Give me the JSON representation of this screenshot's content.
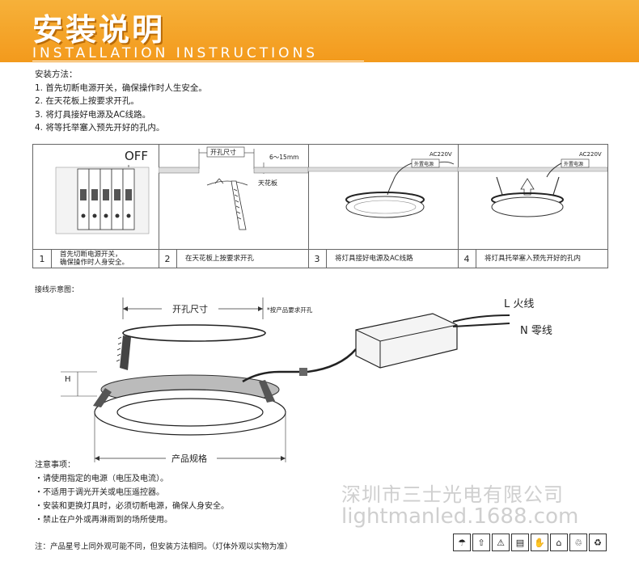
{
  "header": {
    "title": "安装说明",
    "subtitle": "INSTALLATION INSTRUCTIONS"
  },
  "method": {
    "heading": "安装方法：",
    "steps": [
      "1. 首先切断电源开关，确保操作时人生安全。",
      "2. 在天花板上按要求开孔。",
      "3. 将灯具接好电源及AC线路。",
      "4. 将等托举塞入预先开好的孔内。"
    ]
  },
  "panels": [
    {
      "num": "1",
      "caption_line1": "首先切断电源开关，",
      "caption_line2": "确保操作时人身安全。",
      "label_off": "OFF"
    },
    {
      "num": "2",
      "caption_line1": "在天花板上按要求开孔",
      "label_hole": "开孔尺寸",
      "label_gap": "6～15mm",
      "label_ceiling": "天花板"
    },
    {
      "num": "3",
      "caption_line1": "将灯具接好电源及AC线路",
      "label_ac": "AC220V",
      "label_driver": "外置电源"
    },
    {
      "num": "4",
      "caption_line1": "将灯具托举塞入预先开好的孔内",
      "label_ac": "AC220V",
      "label_driver": "外置电源"
    }
  ],
  "wiring": {
    "heading": "接线示意图：",
    "hole_label": "开孔尺寸",
    "hole_note": "*按产品要求开孔",
    "spec_label": "产品规格",
    "h_label": "H",
    "l_label": "L 火线",
    "n_label": "N 零线"
  },
  "notes": {
    "heading": "注意事项：",
    "items": [
      "・请使用指定的电源（电压及电流）。",
      "・不适用于调光开关或电压遥控器。",
      "・安装和更换灯具时，必须切断电源，确保人身安全。",
      "・禁止在户外或再淋雨到的场所使用。"
    ]
  },
  "footnote": "注：产品星号上同外观可能不同，但安装方法相同。（灯体外观以实物为准）",
  "watermark": {
    "line1": "深圳市三士光电有限公司",
    "line2": "lightmanled.1688.com"
  },
  "symbols": [
    "umbrella-icon",
    "this-way-up-icon",
    "fragile-icon",
    "stack-limit-icon",
    "handle-care-icon",
    "no-hook-icon",
    "recycle-icon",
    "recycle-bin-icon"
  ],
  "colors": {
    "banner": "#f39a1c",
    "text": "#222222",
    "watermark": "#cfcfcf"
  }
}
